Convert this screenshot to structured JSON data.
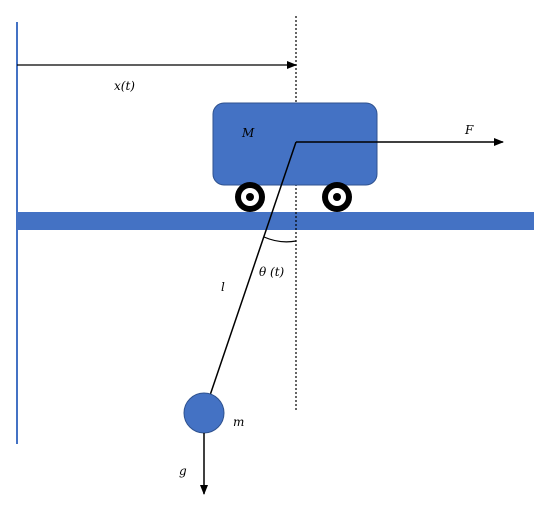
{
  "labels": {
    "cart_position": "x(t)",
    "cart_mass": "M",
    "force": "F",
    "rod_length": "l",
    "angle": "θ (t)",
    "bob_mass": "m",
    "gravity": "g"
  },
  "colors": {
    "shape_fill": "#4472C4",
    "shape_stroke": "#2F528F",
    "line": "#000000",
    "wall": "#4472C4"
  }
}
